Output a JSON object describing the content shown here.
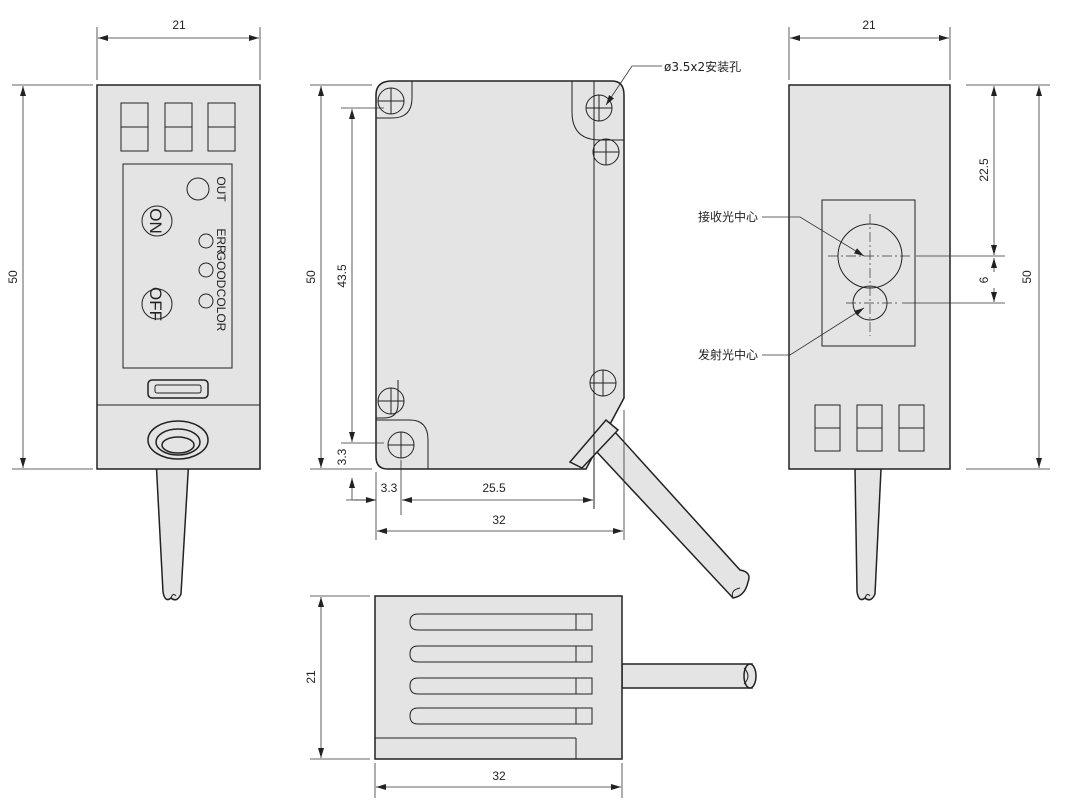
{
  "dimensions": {
    "front_width": "21",
    "front_height": "50",
    "side_width": "32",
    "side_height": "50",
    "side_hole_span": "43.5",
    "side_hole_offset_x": "3.3",
    "side_hole_offset_y": "3.3",
    "side_hole_pitch": "25.5",
    "back_width": "21",
    "back_height": "50",
    "back_receiver_offset": "22.5",
    "back_lens_gap": "6",
    "bottom_width": "32",
    "bottom_height": "21"
  },
  "labels": {
    "mount_hole": "ø3.5x2安装孔",
    "receiver_center": "接收光中心",
    "emitter_center": "发射光中心"
  },
  "panel": {
    "on_button": "ON",
    "off_button": "OFF",
    "out_indicator": "OUT",
    "err_indicator": "ERR",
    "good_indicator": "GOOD",
    "color_indicator": "COLOR"
  }
}
